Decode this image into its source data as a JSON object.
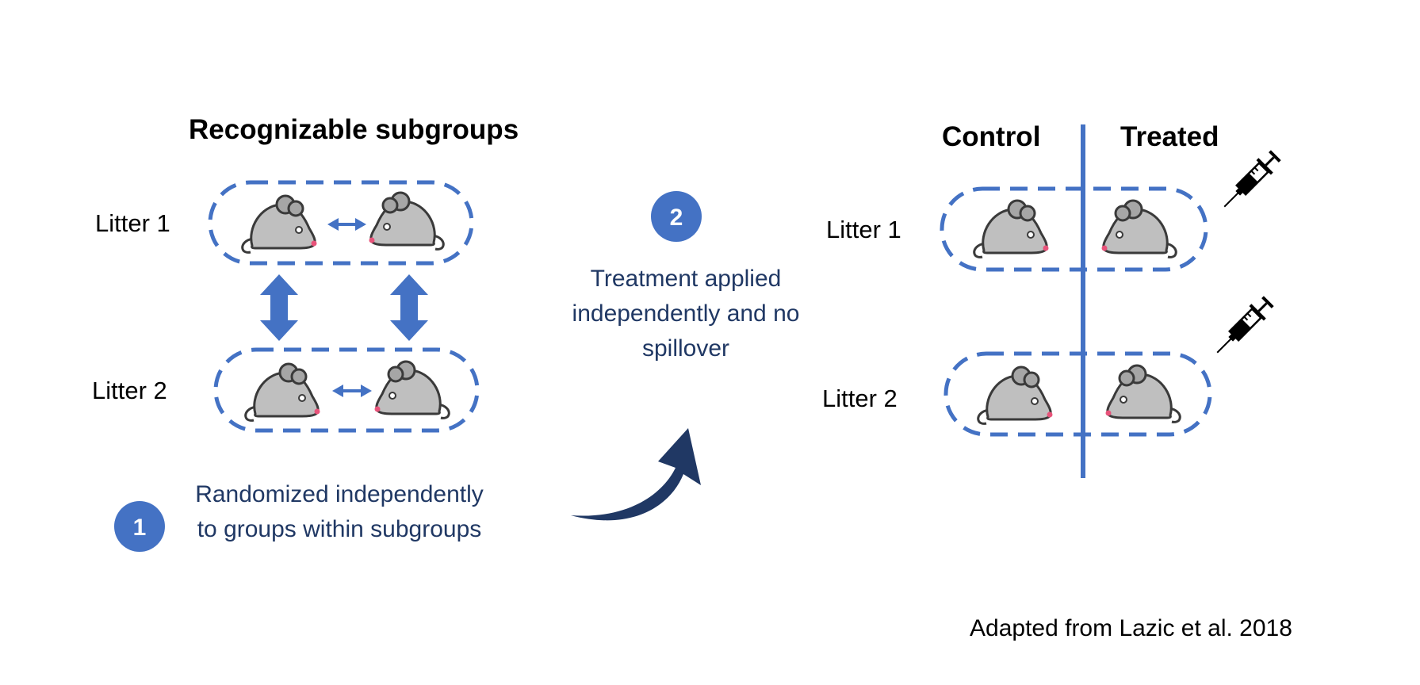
{
  "left_panel": {
    "title": "Recognizable subgroups",
    "litter_1": "Litter 1",
    "litter_2": "Litter 2"
  },
  "step_1": {
    "number": "1",
    "text": "Randomized independently to groups within subgroups"
  },
  "step_2": {
    "number": "2",
    "text": "Treatment applied independently and no spillover"
  },
  "right_panel": {
    "control_label": "Control",
    "treated_label": "Treated",
    "litter_1": "Litter 1",
    "litter_2": "Litter 2"
  },
  "credit": "Adapted from Lazic et al. 2018",
  "colors": {
    "accent_blue": "#4472C4",
    "dark_navy": "#203864",
    "mouse_fill": "#BFBFBF",
    "mouse_outline": "#3A3A3A",
    "nose_pink": "#E8537A"
  },
  "icons": [
    "mouse-icon",
    "double-arrow-icon",
    "curved-arrow-icon",
    "syringe-icon"
  ]
}
